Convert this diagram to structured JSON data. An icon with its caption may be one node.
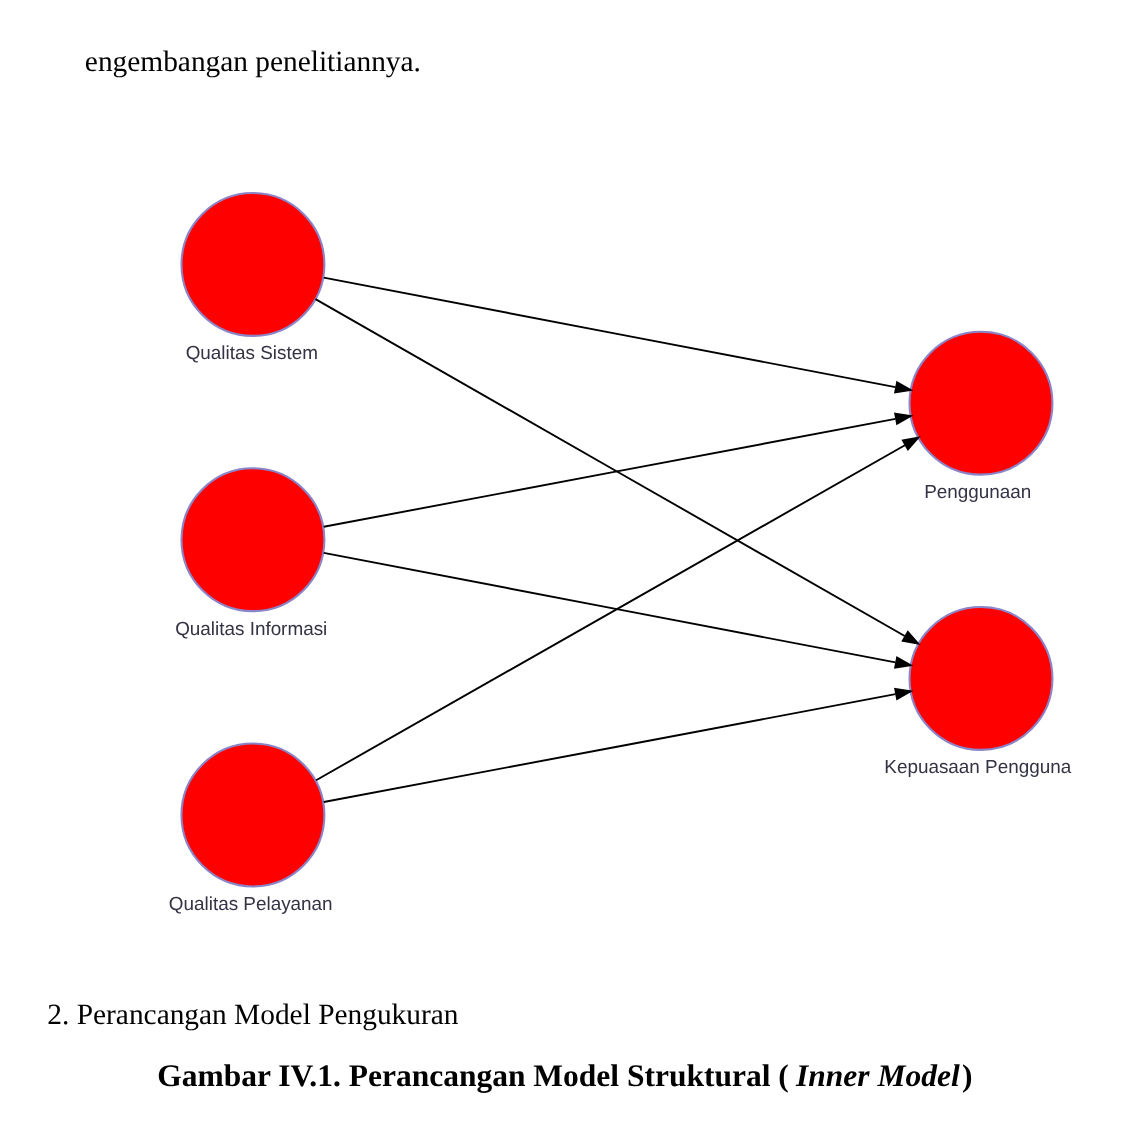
{
  "diagram": {
    "caption": "Gambar IV.1. Perancangan Model Struktural (*Inner Model*)",
    "nodes": [
      {
        "text": [
          "Qualitas Sistem"
        ]
      },
      {
        "text": [
          "Qualitas Informasi"
        ]
      },
      {
        "text": [
          "Qualitas Pelayanan"
        ]
      },
      {
        "text": [
          "Penggunaan"
        ]
      },
      {
        "text": [
          "Kepuasaan Pengguna"
        ]
      }
    ],
    "edges": [
      {
        "from": 0,
        "to": 3,
        "arrow": "to"
      },
      {
        "from": 0,
        "to": 4,
        "arrow": "to"
      },
      {
        "from": 1,
        "to": 3,
        "arrow": "to"
      },
      {
        "from": 1,
        "to": 4,
        "arrow": "to"
      },
      {
        "from": 2,
        "to": 3,
        "arrow": "to"
      },
      {
        "from": 2,
        "to": 4,
        "arrow": "to"
      }
    ],
    "labels": [
      "engembangan penelitiannya.",
      "2. Perancangan Model Pengukuran"
    ]
  }
}
